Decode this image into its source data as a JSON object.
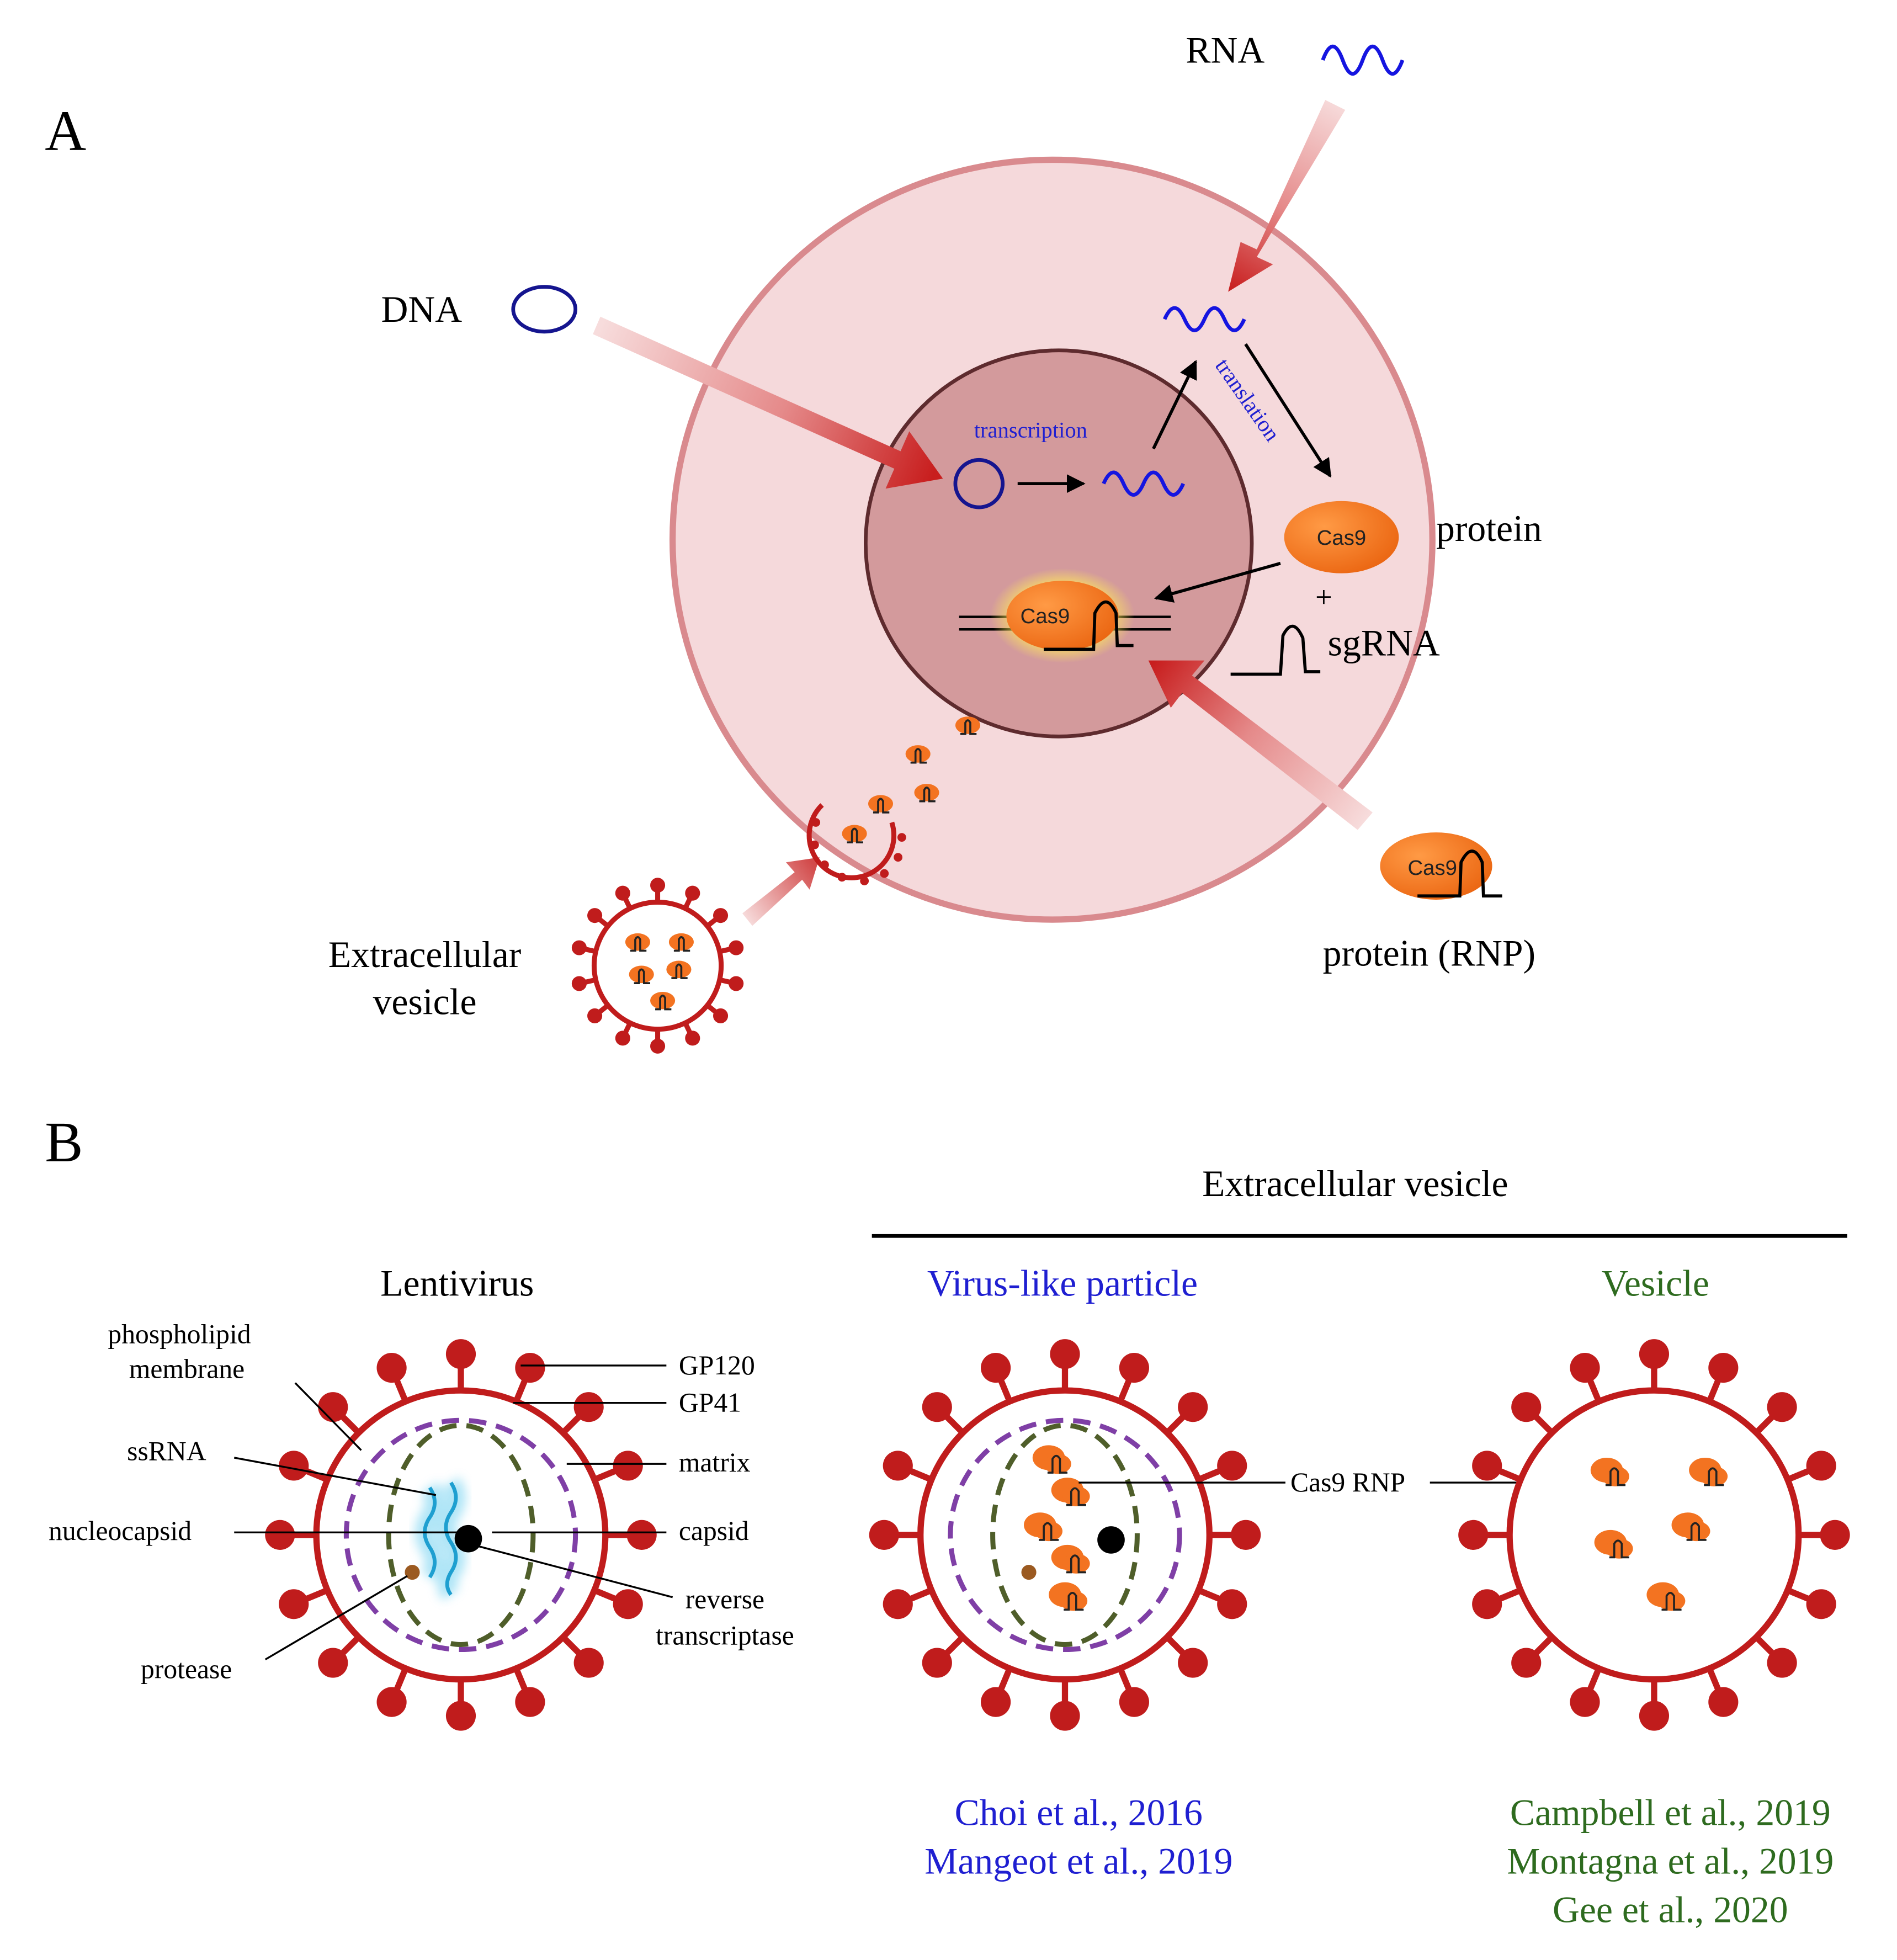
{
  "colors": {
    "cell_fill": "#f5d9db",
    "cell_stroke": "#d98a8e",
    "nucleus_fill": "#d39a9c",
    "nucleus_stroke": "#5e2b2e",
    "virus_red": "#c01c1c",
    "cas9_orange": "#f37321",
    "rna_blue": "#1515e0",
    "dna_navy": "#15158f",
    "label_blue": "#1f1fd1",
    "label_green": "#2e6b1f",
    "membrane_purple": "#7f3fa6",
    "capsid_olive": "#4f5e2a",
    "ssrna_cyan": "#2aa6d6",
    "protease_brown": "#9b5a21"
  },
  "panel_a": {
    "label": "A",
    "rna_label": "RNA",
    "dna_label": "DNA",
    "transcription_label": "transcription",
    "translation_label": "translation",
    "cas9_label": "Cas9",
    "protein_label": "protein",
    "plus_label": "+",
    "sgrna_label": "sgRNA",
    "rnp_label": "protein (RNP)",
    "ev_label_line1": "Extracellular",
    "ev_label_line2": "vesicle"
  },
  "panel_b": {
    "label": "B",
    "ev_header": "Extracellular vesicle",
    "lentivirus": {
      "title": "Lentivirus",
      "phospholipid_line1": "phospholipid",
      "phospholipid_line2": "membrane",
      "ssrna": "ssRNA",
      "nucleocapsid": "nucleocapsid",
      "protease": "protease",
      "gp120": "GP120",
      "gp41": "GP41",
      "matrix": "matrix",
      "capsid": "capsid",
      "rt_line1": "reverse",
      "rt_line2": "transcriptase"
    },
    "vlp": {
      "title": "Virus-like particle",
      "cas9_rnp": "Cas9 RNP",
      "refs": [
        "Choi et al., 2016",
        "Mangeot et al., 2019"
      ]
    },
    "vesicle": {
      "title": "Vesicle",
      "refs": [
        "Campbell et al., 2019",
        "Montagna et al., 2019",
        "Gee et al., 2020"
      ]
    }
  }
}
